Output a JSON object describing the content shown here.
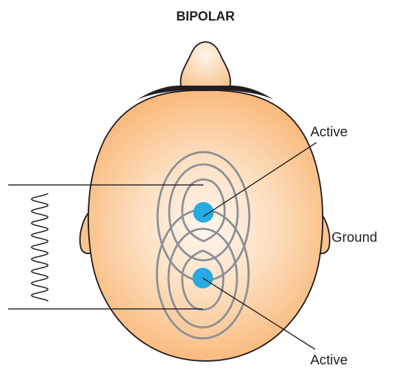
{
  "diagram": {
    "title": "BIPOLAR",
    "labels": {
      "active_top": "Active",
      "ground": "Ground",
      "active_bottom": "Active"
    },
    "colors": {
      "skin_light": "#fff4ea",
      "skin_mid": "#fdd5ae",
      "skin_dark": "#f9b676",
      "outline": "#231f20",
      "hair": "#231f20",
      "electrode": "#27aae1",
      "contour": "#8a9096",
      "wire": "#231f20"
    },
    "electrodes": [
      {
        "name": "active-electrode-top",
        "role": "Active"
      },
      {
        "name": "active-electrode-bottom",
        "role": "Active"
      }
    ]
  }
}
